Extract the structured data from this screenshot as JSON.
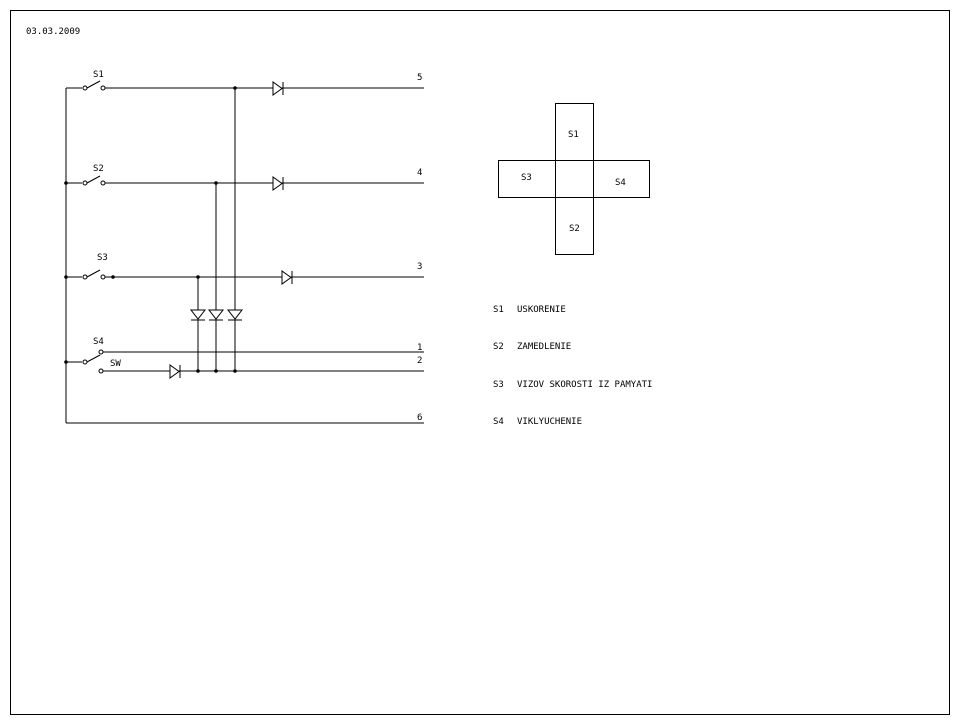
{
  "header": {
    "date": "03.03.2009"
  },
  "switches": {
    "s1": "S1",
    "s2": "S2",
    "s3": "S3",
    "s4": "S4",
    "sw": "SW"
  },
  "terminals": {
    "t5": "5",
    "t4": "4",
    "t3": "3",
    "t1": "1",
    "t2": "2",
    "t6": "6"
  },
  "pad": {
    "up": "S1",
    "down": "S2",
    "left": "S3",
    "right": "S4"
  },
  "legend": [
    {
      "code": "S1",
      "text": "USKORENIE"
    },
    {
      "code": "S2",
      "text": "ZAMEDLENIE"
    },
    {
      "code": "S3",
      "text": "VIZOV SKOROSTI IZ PAMYATI"
    },
    {
      "code": "S4",
      "text": "VIKLYUCHENIE"
    }
  ]
}
